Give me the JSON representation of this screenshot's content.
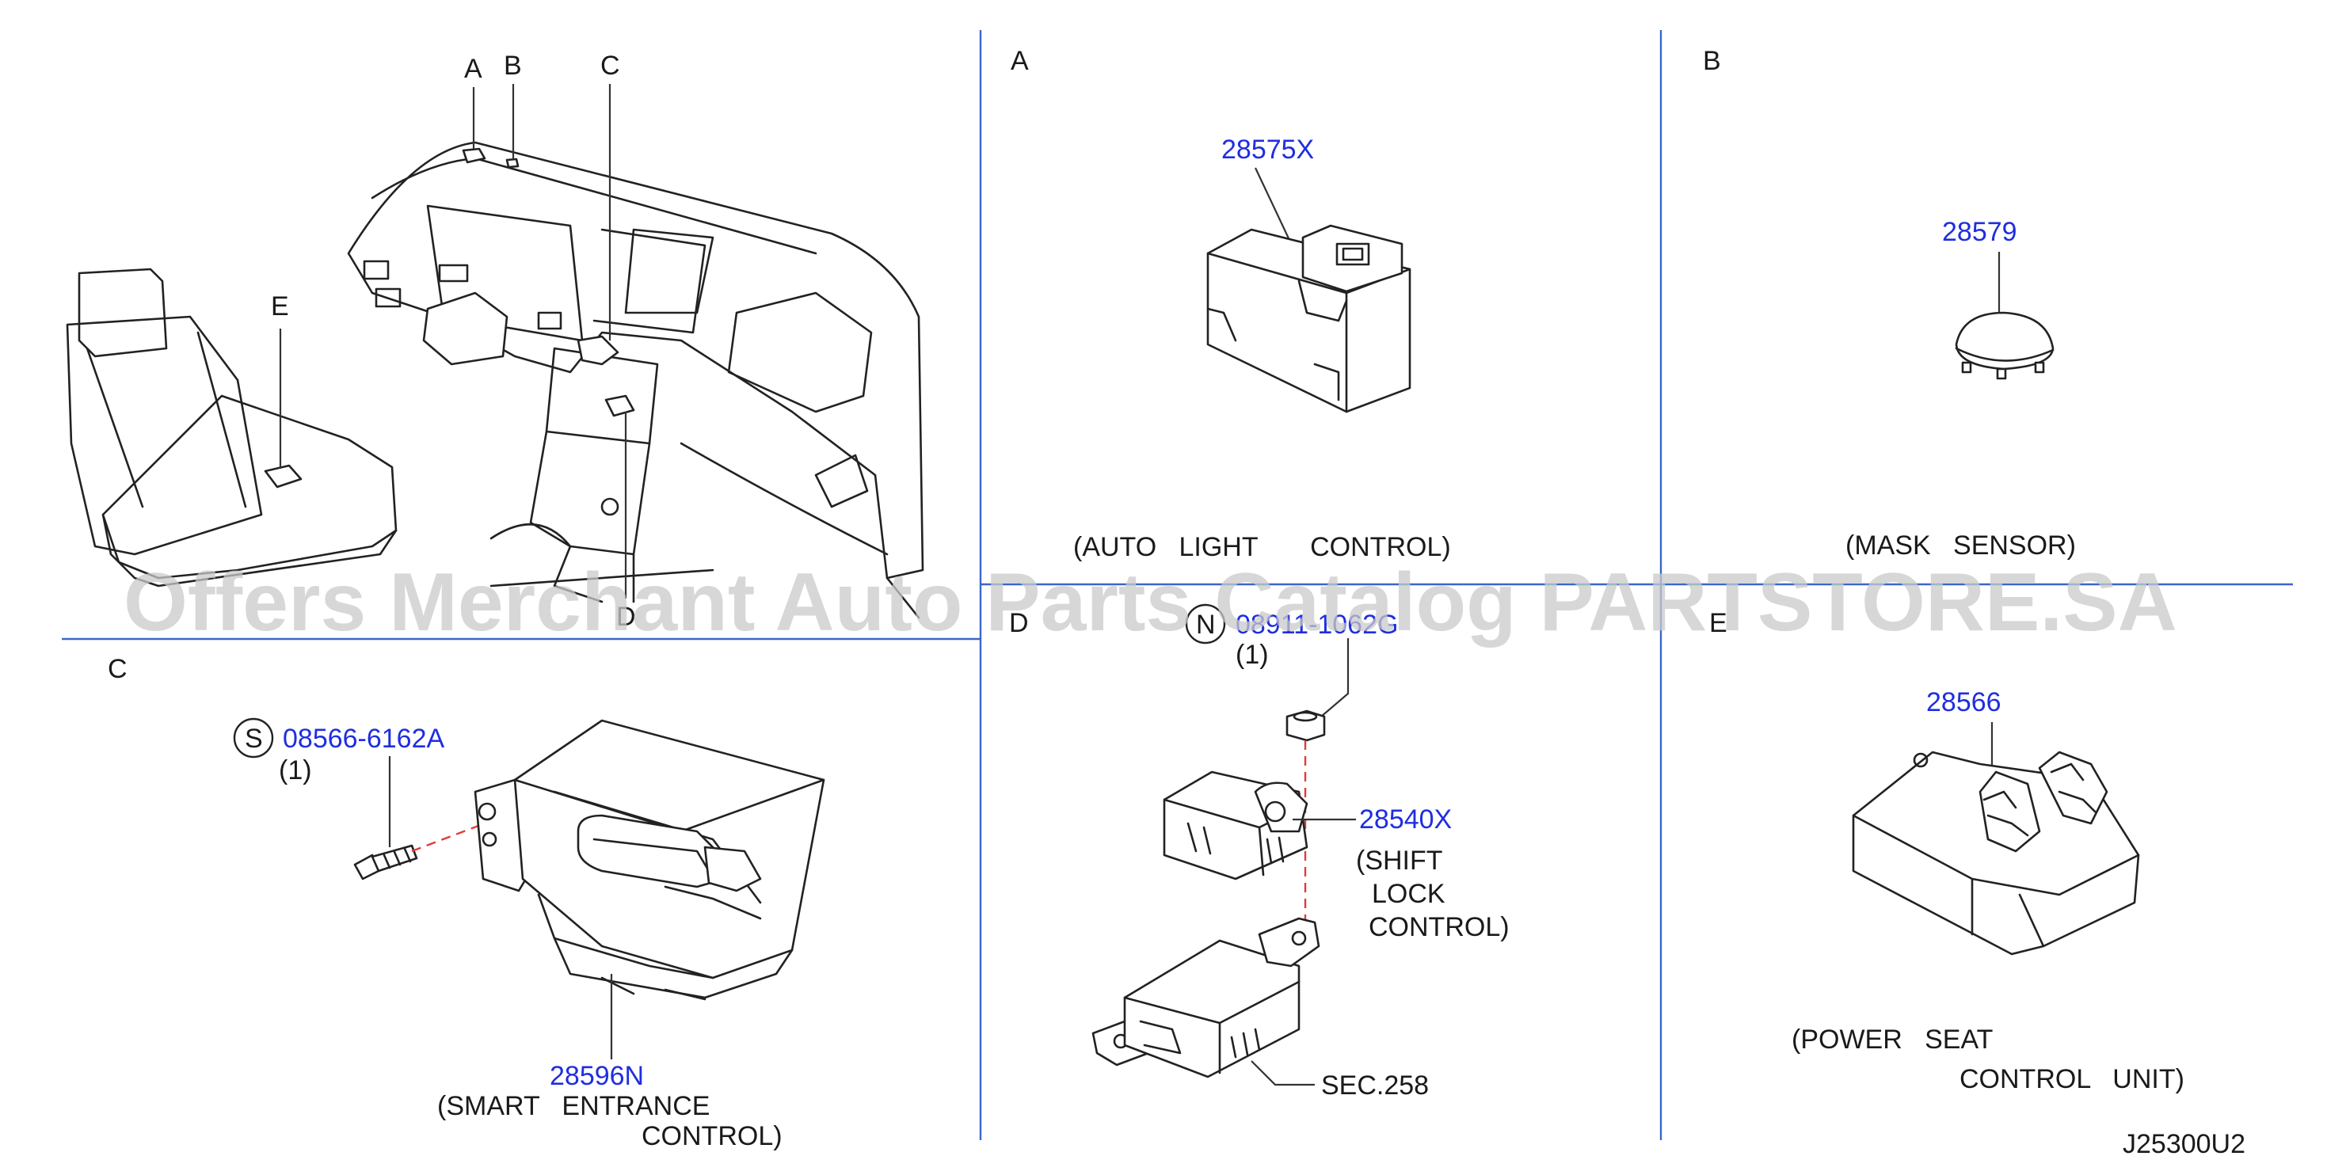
{
  "panels": {
    "overview": {
      "callouts": {
        "a": "A",
        "b": "B",
        "c": "C",
        "d": "D",
        "e": "E"
      }
    },
    "a": {
      "title": "A",
      "part_number": "28575X",
      "description": "(AUTO   LIGHT       CONTROL)"
    },
    "b": {
      "title": "B",
      "part_number": "28579",
      "description": "(MASK   SENSOR)"
    },
    "c": {
      "title": "C",
      "screw_symbol": "S",
      "screw_part_number": "08566-6162A",
      "screw_qty": "(1)",
      "part_number": "28596N",
      "description_line1": "(SMART   ENTRANCE",
      "description_line2": "CONTROL)"
    },
    "d": {
      "title": "D",
      "nut_symbol": "N",
      "nut_part_number": "08911-1062G",
      "nut_qty": "(1)",
      "part_number": "28540X",
      "description_line1": "(SHIFT",
      "description_line2": "LOCK",
      "description_line3": "CONTROL)",
      "section_ref": "SEC.258"
    },
    "e": {
      "title": "E",
      "part_number": "28566",
      "description_line1": "(POWER   SEAT",
      "description_line2": "CONTROL   UNIT)"
    }
  },
  "diagram_code": "J25300U2",
  "watermark": "Offers Merchant Auto Parts Catalog PARTSTORE.SA",
  "colors": {
    "part_number": "#1f2ee0",
    "divider": "#3a67c8",
    "dashed_leader": "#e23b3b",
    "ink": "#222222"
  }
}
